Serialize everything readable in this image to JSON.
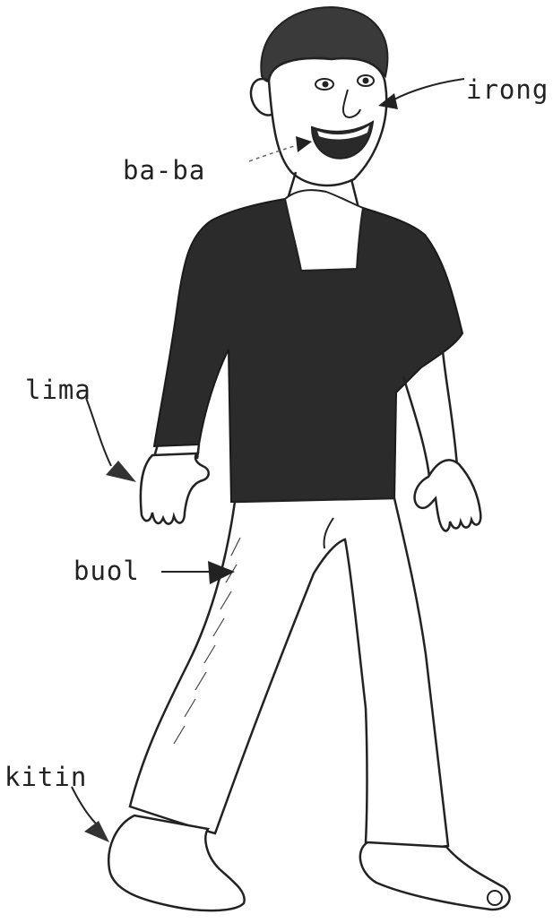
{
  "labels": {
    "irong": "irong",
    "baba": "ba-ba",
    "lima": "lima",
    "buol": "buol",
    "kitin": "kitin"
  },
  "colors": {
    "ink": "#222222",
    "shirt": "#2b2b2b",
    "hair": "#3a3a3a",
    "background": "#ffffff"
  }
}
